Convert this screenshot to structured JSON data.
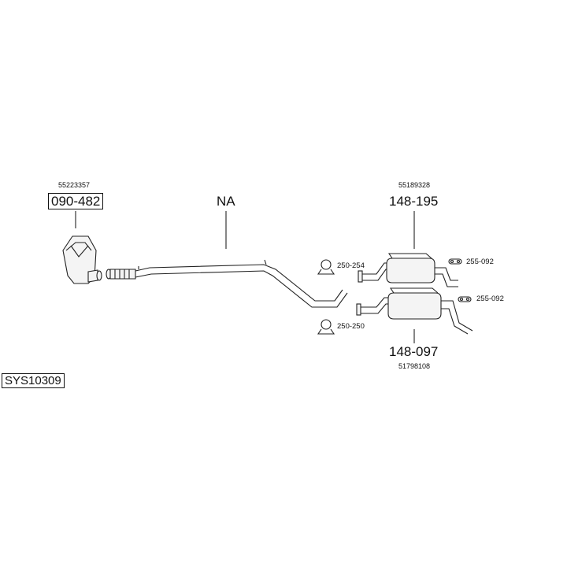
{
  "system_code": "SYS10309",
  "parts": {
    "catalyst": {
      "oe_number": "55223357",
      "part_number": "090-482"
    },
    "mid_pipe": {
      "part_number": "NA"
    },
    "rear_silencer_upper": {
      "oe_number": "55189328",
      "part_number": "148-195"
    },
    "rear_silencer_lower": {
      "oe_number": "51798108",
      "part_number": "148-097"
    }
  },
  "accessories": {
    "clamp_upper": "250-254",
    "clamp_lower": "250-250",
    "rubber_mount_upper": "255-092",
    "rubber_mount_lower": "255-092"
  },
  "colors": {
    "line": "#222222",
    "part_fill": "#f4f4f4",
    "background": "#ffffff"
  }
}
